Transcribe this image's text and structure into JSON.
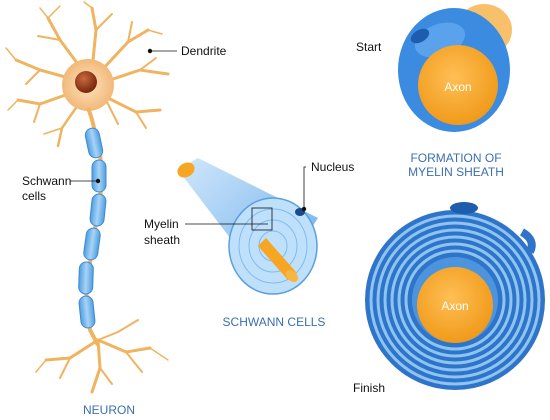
{
  "labels": {
    "dendrite": "Dendrite",
    "schwann_line1": "Schwann",
    "schwann_line2": "cells",
    "nucleus": "Nucleus",
    "myelin_line1": "Myelin",
    "myelin_line2": "sheath",
    "start": "Start",
    "finish": "Finish",
    "axon_top": "Axon",
    "axon_bottom": "Axon"
  },
  "captions": {
    "neuron": "NEURON",
    "schwann_cells": "SCHWANN CELLS",
    "formation_line1": "FORMATION OF",
    "formation_line2": "MYELIN SHEATH"
  },
  "colors": {
    "soma": "#f6c68f",
    "nucleus": "#a0401c",
    "dendrite": "#f0b360",
    "schwann_cell": "#6aaee6",
    "schwann_cell_light": "#a9d3f5",
    "axon": "#f6a623",
    "sheath_dark": "#2f74c9",
    "sheath_light": "#7fbbef",
    "caption": "#3a6fb0"
  }
}
